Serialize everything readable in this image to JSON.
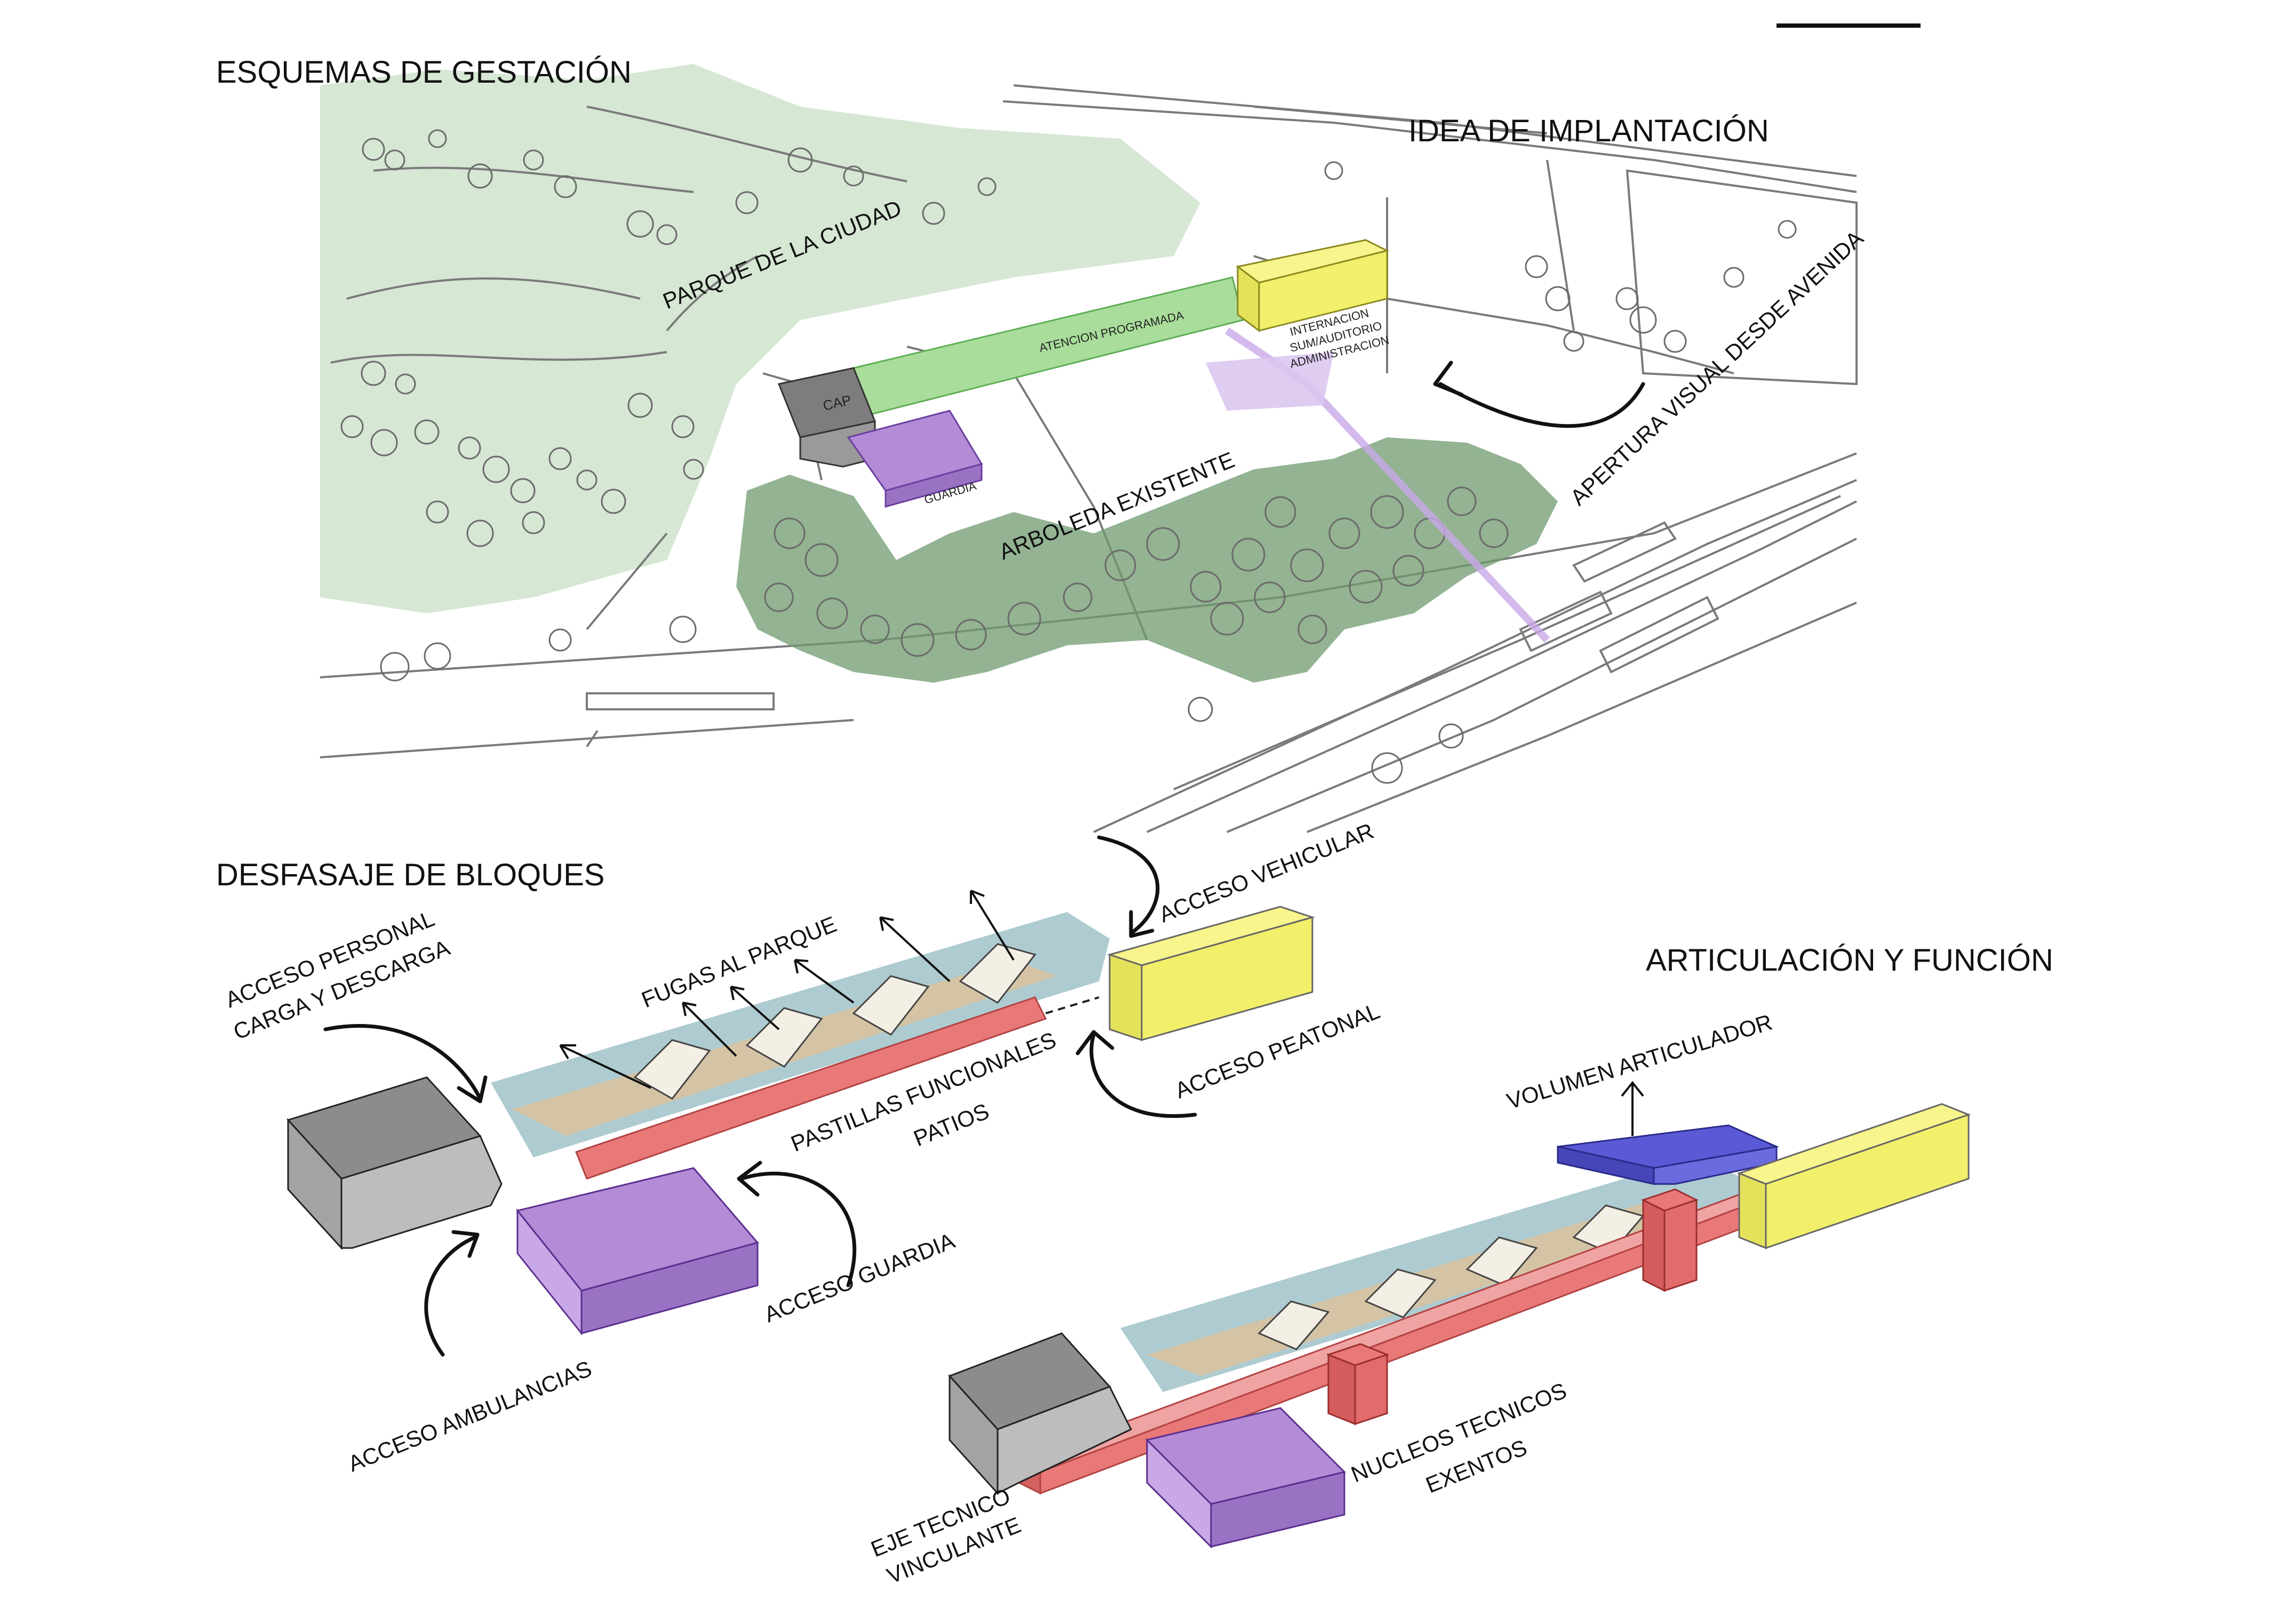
{
  "headings": {
    "esquemas": "ESQUEMAS DE GESTACIÓN",
    "idea": "IDEA DE IMPLANTACIÓN",
    "desfasaje": "DESFASAJE DE BLOQUES",
    "articulacion": "ARTICULACIÓN Y FUNCIÓN"
  },
  "site_plan": {
    "parque": "PARQUE DE LA CIUDAD",
    "atencion": "ATENCION PROGRAMADA",
    "cap": "CAP",
    "guardia": "GUARDIA",
    "internacion": [
      "INTERNACION",
      "SUM/AUDITORIO",
      "ADMINISTRACION"
    ],
    "arboleda": "ARBOLEDA EXISTENTE",
    "apertura": "APERTURA VISUAL DESDE AVENIDA"
  },
  "blocks": {
    "acceso_personal": [
      "ACCESO PERSONAL",
      "CARGA Y DESCARGA"
    ],
    "fugas": "FUGAS AL PARQUE",
    "acceso_vehicular": "ACCESO VEHICULAR",
    "pastillas": [
      "PASTILLAS FUNCIONALES",
      "PATIOS"
    ],
    "acceso_peatonal": "ACCESO PEATONAL",
    "acceso_guardia": "ACCESO GUARDIA",
    "acceso_ambulancias": "ACCESO AMBULANCIAS"
  },
  "function": {
    "volumen": "VOLUMEN ARTICULADOR",
    "nucleos": [
      "NUCLEOS TECNICOS",
      "EXENTOS"
    ],
    "eje": [
      "EJE TECNICO",
      "VINCULANTE"
    ]
  },
  "colors": {
    "park_green": "#cfe3cd",
    "grove_green": "#6f9a6f",
    "program_green": "#a9dd9b",
    "cap_gray": "#8c8c8c",
    "guardia_purple": "#b38bd6",
    "internacion_yellow": "#f2f06a",
    "ribbon_blue": "#a9c8cf",
    "courtyard_tan": "#d8c3a0",
    "axis_red": "#e97878",
    "articulator_blue": "#5a5ad6"
  }
}
